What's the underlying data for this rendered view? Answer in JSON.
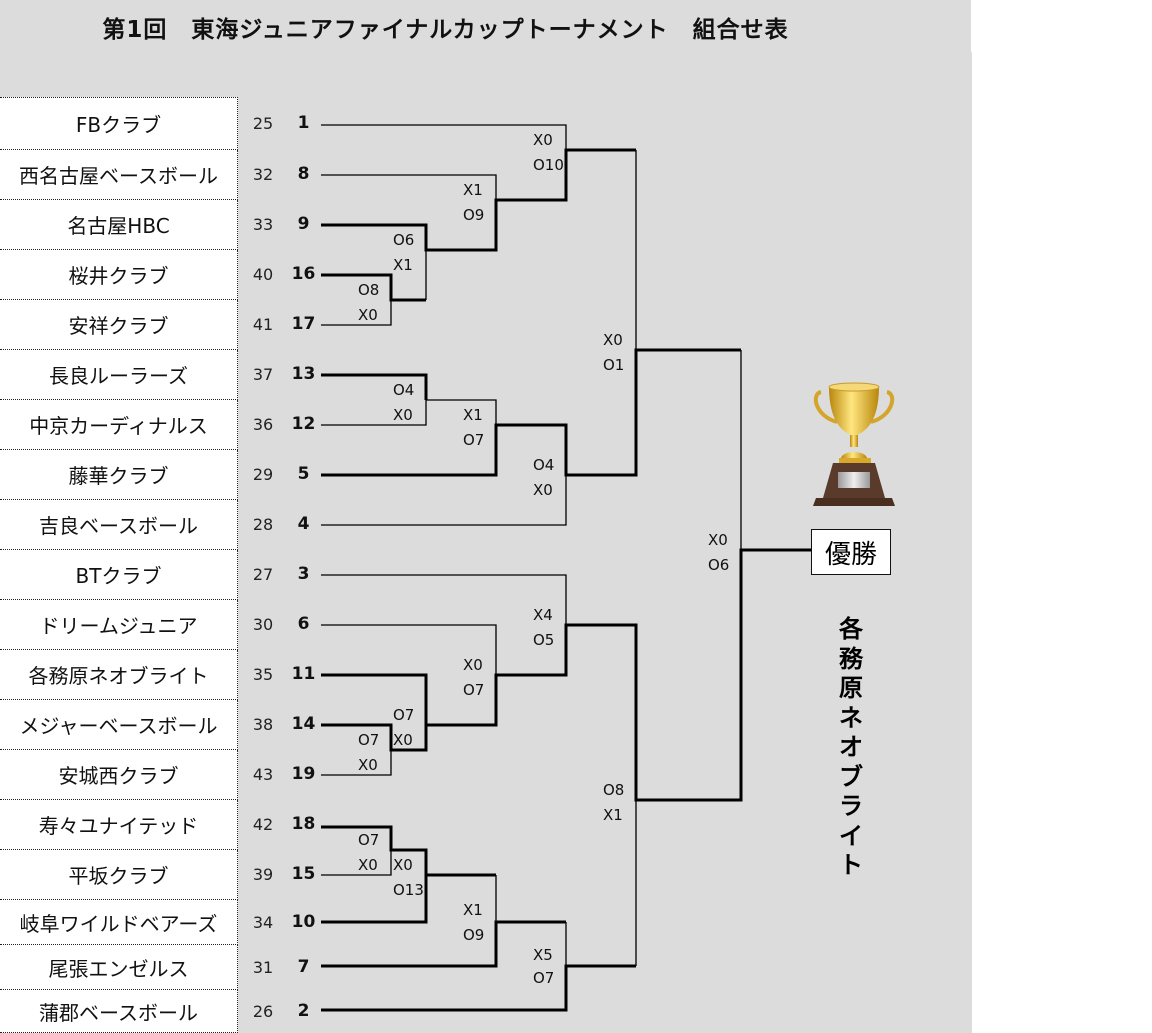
{
  "title": "第1回　東海ジュニアファイナルカップトーナメント　組合せ表",
  "teams": [
    {
      "name": "FBクラブ",
      "num": "25",
      "seed": "1"
    },
    {
      "name": "西名古屋ベースボール",
      "num": "32",
      "seed": "8"
    },
    {
      "name": "名古屋HBC",
      "num": "33",
      "seed": "9"
    },
    {
      "name": "桜井クラブ",
      "num": "40",
      "seed": "16"
    },
    {
      "name": "安祥クラブ",
      "num": "41",
      "seed": "17"
    },
    {
      "name": "長良ルーラーズ",
      "num": "37",
      "seed": "13"
    },
    {
      "name": "中京カーディナルス",
      "num": "36",
      "seed": "12"
    },
    {
      "name": "藤華クラブ",
      "num": "29",
      "seed": "5"
    },
    {
      "name": "吉良ベースボール",
      "num": "28",
      "seed": "4"
    },
    {
      "name": "BTクラブ",
      "num": "27",
      "seed": "3"
    },
    {
      "name": "ドリームジュニア",
      "num": "30",
      "seed": "6"
    },
    {
      "name": "各務原ネオブライト",
      "num": "35",
      "seed": "11"
    },
    {
      "name": "メジャーベースボール",
      "num": "38",
      "seed": "14"
    },
    {
      "name": "安城西クラブ",
      "num": "43",
      "seed": "19"
    },
    {
      "name": "寿々ユナイテッド",
      "num": "42",
      "seed": "18"
    },
    {
      "name": "平坂クラブ",
      "num": "39",
      "seed": "15"
    },
    {
      "name": "岐阜ワイルドベアーズ",
      "num": "34",
      "seed": "10"
    },
    {
      "name": "尾張エンゼルス",
      "num": "31",
      "seed": "7"
    },
    {
      "name": "蒲郡ベースボール",
      "num": "26",
      "seed": "2"
    }
  ],
  "matches": [
    {
      "top": "O8",
      "bottom": "X0"
    },
    {
      "top": "O6",
      "bottom": "X1"
    },
    {
      "top": "X1",
      "bottom": "O9"
    },
    {
      "top": "X0",
      "bottom": "O10"
    },
    {
      "top": "O4",
      "bottom": "X0"
    },
    {
      "top": "X1",
      "bottom": "O7"
    },
    {
      "top": "O4",
      "bottom": "X0"
    },
    {
      "top": "X0",
      "bottom": "O1"
    },
    {
      "top": "O7",
      "bottom": "X0"
    },
    {
      "top": "O7",
      "bottom": "X0"
    },
    {
      "top": "X0",
      "bottom": "O7"
    },
    {
      "top": "X4",
      "bottom": "O5"
    },
    {
      "top": "O7",
      "bottom": "X0"
    },
    {
      "top": "X0",
      "bottom": "O13"
    },
    {
      "top": "X1",
      "bottom": "O9"
    },
    {
      "top": "X5",
      "bottom": "O7"
    },
    {
      "top": "O8",
      "bottom": "X1"
    },
    {
      "top": "X0",
      "bottom": "O6"
    }
  ],
  "champion_label": "優勝",
  "champion": "各務原ネオブライト"
}
